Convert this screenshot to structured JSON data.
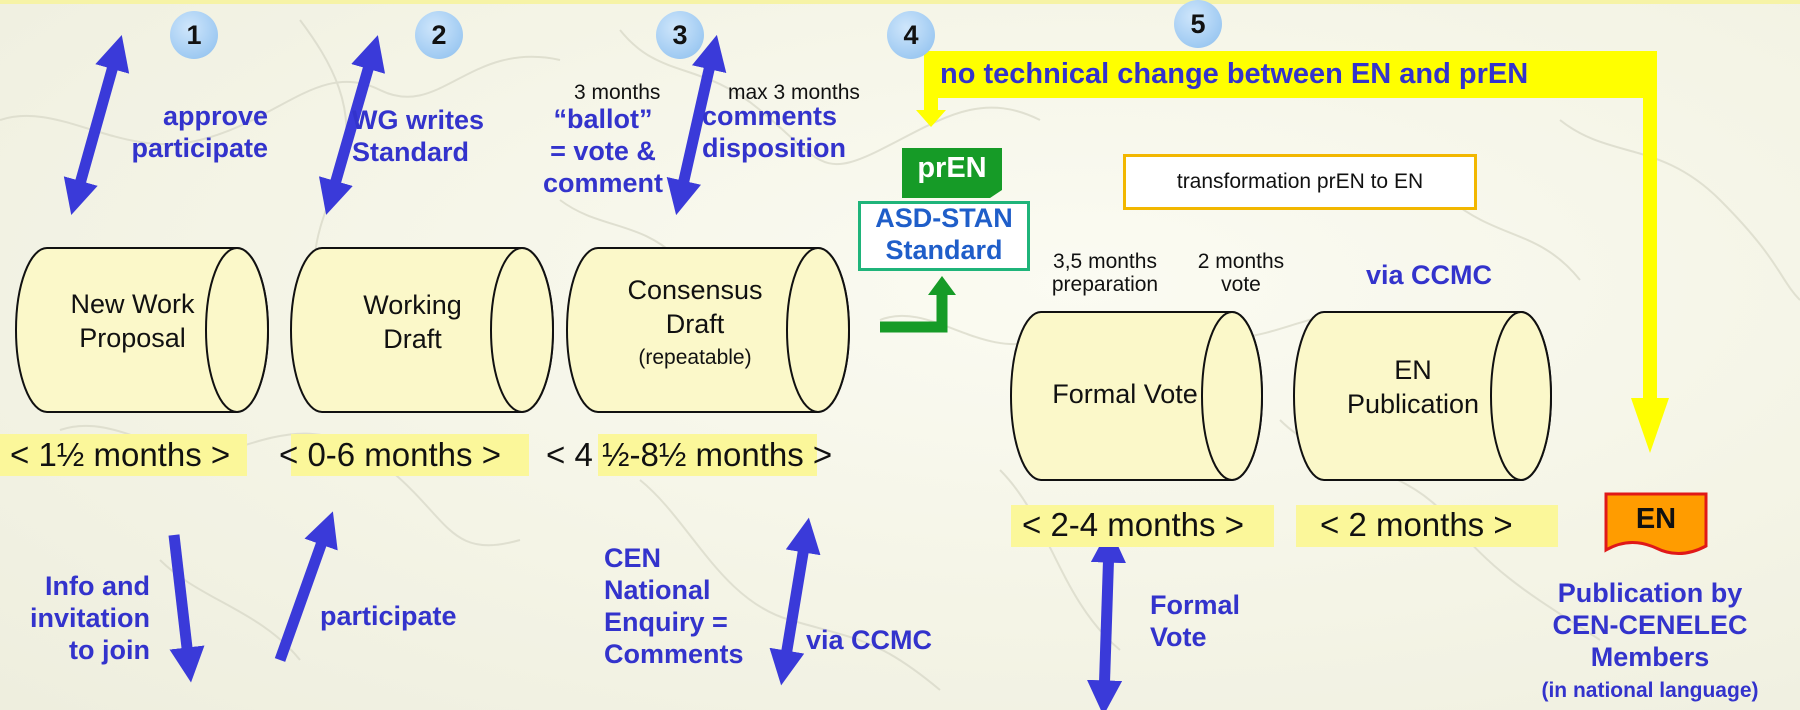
{
  "steps": [
    "1",
    "2",
    "3",
    "4",
    "5"
  ],
  "stages": {
    "nwp": "New Work\nProposal",
    "wd": "Working\nDraft",
    "cd_main": "Consensus\nDraft",
    "cd_note": "(repeatable)",
    "fv": "Formal Vote",
    "enp": "EN\nPublication"
  },
  "top_labels": {
    "approve": "approve\nparticipate",
    "wg": "WG writes\nStandard",
    "three_months": "3 months",
    "max_three_months": "max 3 months",
    "ballot": "“ballot”\n= vote &\ncomment",
    "comments": "comments\ndisposition",
    "no_change": "no technical change between EN and prEN",
    "pren": "prEN",
    "asd_stan": "ASD-STAN\nStandard",
    "transformation": "transformation prEN to EN",
    "prep": "3,5 months\npreparation",
    "two_vote": "2 months\nvote",
    "via_ccmc_top": "via CCMC"
  },
  "durations": {
    "d1": "< 1½ months >",
    "d2": "< 0-6 months >",
    "d3a": "< 4 ",
    "d3b": "½-8½ month",
    "d3c": "s >",
    "d4": "< 2-4 months >",
    "d5": "< 2 months >"
  },
  "bottom_labels": {
    "info": "Info and\ninvitation\nto join",
    "participate": "participate",
    "cen": "CEN\nNational\nEnquiry =\nComments",
    "via_ccmc": "via CCMC",
    "formal_vote": "Formal\nVote",
    "en_badge": "EN",
    "publication": "Publication by\nCEN-CENELEC\nMembers",
    "language": "(in national language)"
  },
  "colors": {
    "arrow_blue": "#3a3ad9",
    "label_blue": "#3333cc",
    "highlight_yellow": "#fbf79a",
    "flow_yellow": "#ffff00",
    "pren_green": "#169b27",
    "asd_border": "#1fb47a",
    "transform_border": "#f2b700",
    "cylinder_fill": "#fbf8c9",
    "en_badge_fill": "#ff9c00",
    "en_badge_border": "#e01818"
  }
}
